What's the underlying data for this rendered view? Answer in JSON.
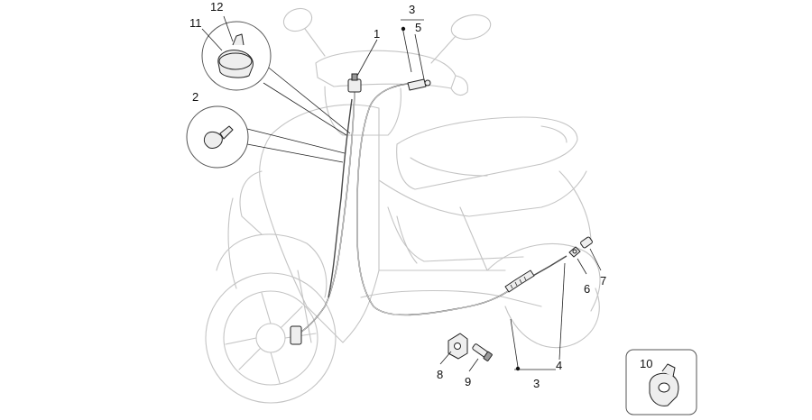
{
  "callouts": [
    {
      "id": "c1",
      "text": "1"
    },
    {
      "id": "c2",
      "text": "2"
    },
    {
      "id": "c3a",
      "text": "3"
    },
    {
      "id": "c3b",
      "text": "3"
    },
    {
      "id": "c4",
      "text": "4"
    },
    {
      "id": "c5",
      "text": "5"
    },
    {
      "id": "c6",
      "text": "6"
    },
    {
      "id": "c7",
      "text": "7"
    },
    {
      "id": "c8",
      "text": "8"
    },
    {
      "id": "c9",
      "text": "9"
    },
    {
      "id": "c10",
      "text": "10"
    },
    {
      "id": "c11",
      "text": "11"
    },
    {
      "id": "c12",
      "text": "12"
    }
  ],
  "colors": {
    "ghost_outline": "#c4c4c4",
    "cable": "#4a4a4a",
    "ink": "#111111"
  }
}
